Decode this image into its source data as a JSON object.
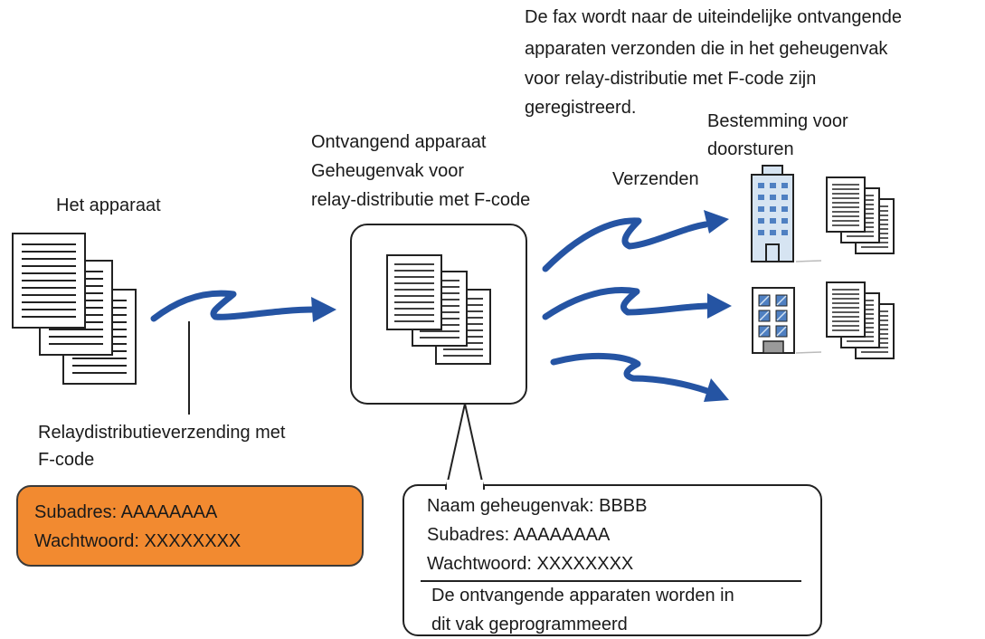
{
  "texts": {
    "top_note": [
      "De fax wordt naar de uiteindelijke ontvangende",
      "apparaten verzonden die in het geheugenvak",
      "voor relay-distributie met F-code zijn",
      "geregistreerd."
    ],
    "forward_dest": [
      "Bestemming voor",
      "doorsturen"
    ],
    "receiving_device": [
      "Ontvangend apparaat",
      "Geheugenvak voor",
      "relay-distributie met F-code"
    ],
    "send": "Verzenden",
    "the_device": "Het apparaat",
    "relay_transmission": [
      "Relaydistributieverzending met",
      "F-code"
    ]
  },
  "sender_box": {
    "subaddress": "Subadres: AAAAAAAA",
    "password": "Wachtwoord: XXXXXXXX"
  },
  "memory_box": {
    "name": "Naam geheugenvak: BBBB",
    "subaddress": "Subadres: AAAAAAAA",
    "password": "Wachtwoord: XXXXXXXX",
    "note": [
      "De ontvangende apparaten worden in",
      "dit vak geprogrammeerd"
    ]
  },
  "colors": {
    "arrow": "#2554a3",
    "sender_box_fill": "#f28a30",
    "building_blue": "#4f80c2",
    "building_light": "#d6e4f2"
  },
  "icons": [
    "document-stack-icon",
    "building-icon",
    "office-building-icon",
    "arrow-icon"
  ]
}
